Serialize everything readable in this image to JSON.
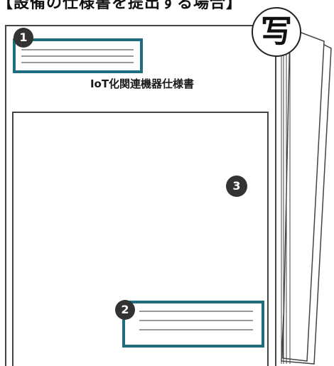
{
  "header": {
    "text": "【設備の仕様書を提出する場合】"
  },
  "document": {
    "title": "IoT化関連機器仕様書"
  },
  "stamp": {
    "text": "写"
  },
  "markers": [
    {
      "number": "1"
    },
    {
      "number": "2"
    },
    {
      "number": "3"
    }
  ],
  "colors": {
    "highlight": "#1f6e80",
    "badge": "#333333",
    "outline": "#444444",
    "paper": "#ffffff",
    "text_lines": "#9a9a9a"
  }
}
